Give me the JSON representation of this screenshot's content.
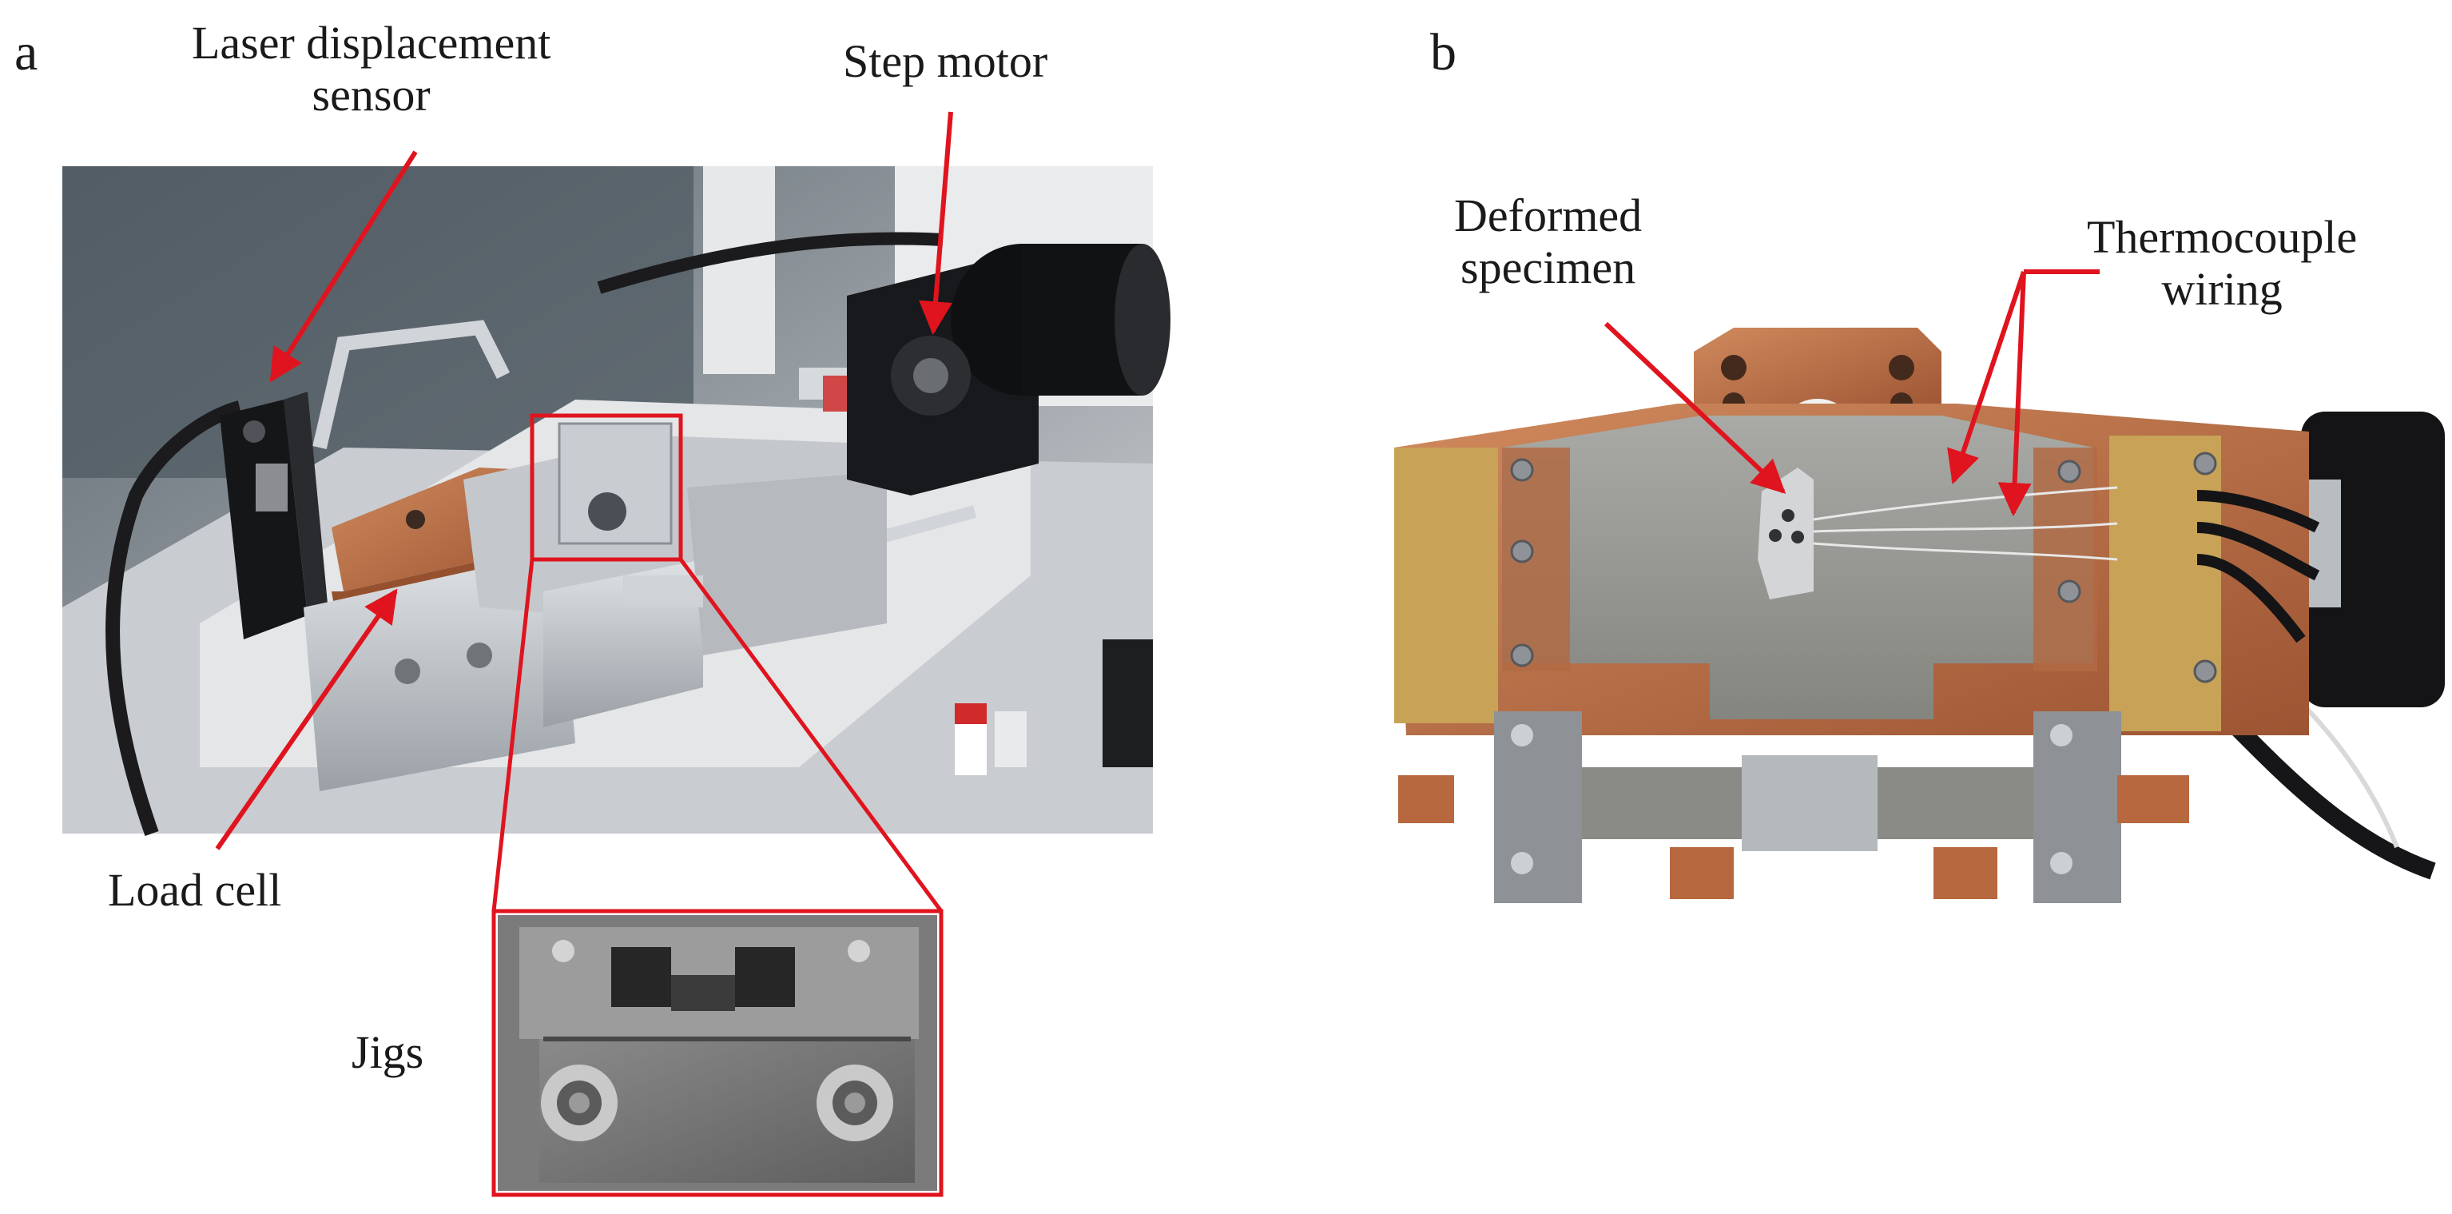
{
  "panels": [
    {
      "letter": "a",
      "labels": {
        "laser_line1": "Laser displacement",
        "laser_line2": "sensor",
        "step_motor": "Step motor",
        "load_cell": "Load cell",
        "jigs": "Jigs"
      }
    },
    {
      "letter": "b",
      "labels": {
        "deformed_line1": "Deformed",
        "deformed_line2": "specimen",
        "thermo_line1": "Thermocouple",
        "thermo_line2": "wiring"
      }
    }
  ],
  "colors": {
    "annotation": "#e0141e",
    "steel": "#b9bcc0",
    "copper": "#b8683f",
    "brass": "#c7a257",
    "motor": "#1b1c1f"
  }
}
